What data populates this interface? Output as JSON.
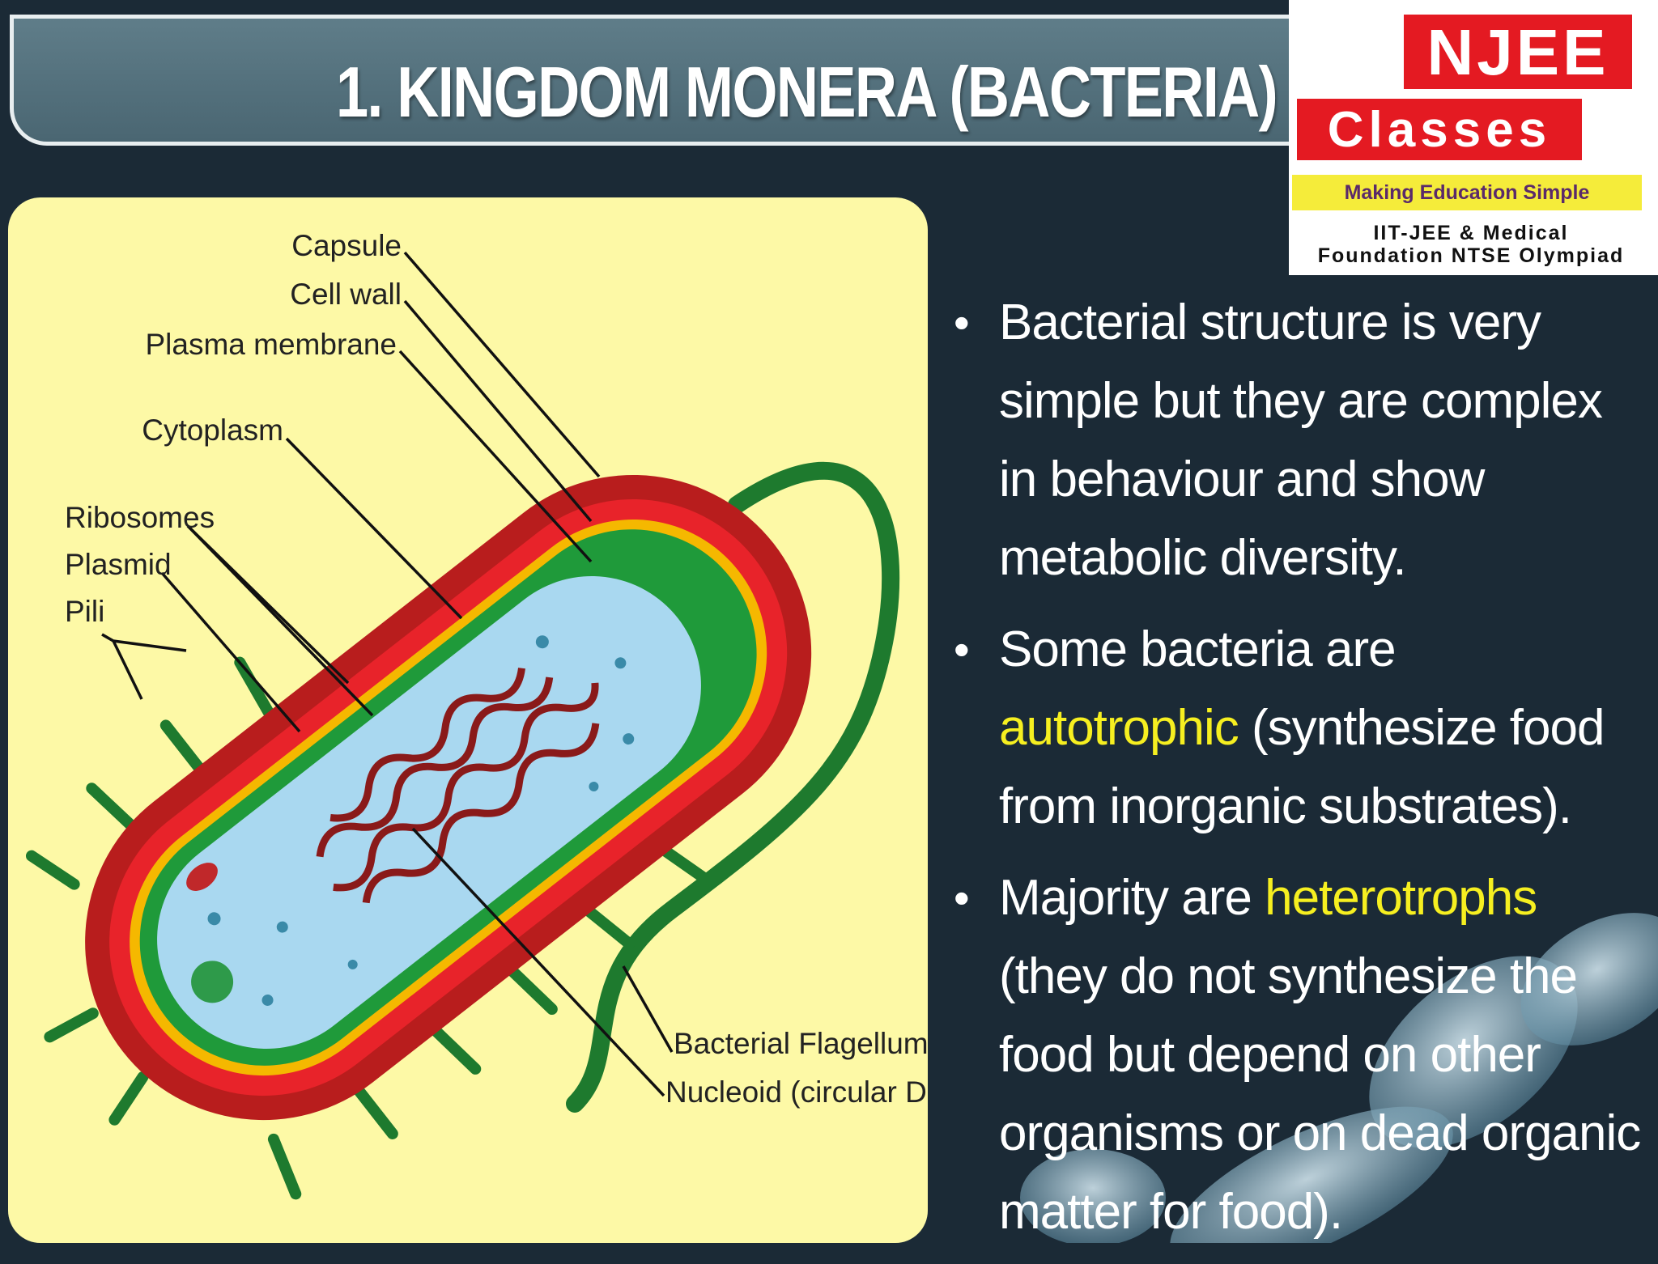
{
  "title": "1. KINGDOM MONERA (BACTERIA)",
  "logo": {
    "line1": "NJEE",
    "line2": "Classes",
    "tagline": "Making Education Simple",
    "sub1": "IIT-JEE & Medical",
    "sub2": "Foundation NTSE Olympiad"
  },
  "diagram": {
    "labels": {
      "capsule": "Capsule",
      "cell_wall": "Cell wall",
      "plasma_membrane": "Plasma membrane",
      "cytoplasm": "Cytoplasm",
      "ribosomes": "Ribosomes",
      "plasmid": "Plasmid",
      "pili": "Pili",
      "flagellum": "Bacterial Flagellum",
      "nucleoid": "Nucleoid (circular DNA)"
    },
    "colors": {
      "capsule": "#b81d1d",
      "cell_wall": "#e8232a",
      "membrane_yellow": "#f5b800",
      "membrane_green": "#1f9a3a",
      "cytoplasm": "#a9d8f0",
      "dna": "#8a1a1a",
      "flagellum": "#1e7a2e"
    }
  },
  "bullets": [
    {
      "before": "Bacterial structure is very simple but they are complex in behaviour and show metabolic diversity.",
      "highlight": "",
      "after": ""
    },
    {
      "before": "Some bacteria are ",
      "highlight": "autotrophic",
      "after": " (synthesize food from inorganic substrates)."
    },
    {
      "before": "Majority are ",
      "highlight": "heterotrophs",
      "after": " (they do not synthesize the food but depend on other organisms or on dead organic matter for food)."
    }
  ],
  "highlight_color": "#f6ef20"
}
